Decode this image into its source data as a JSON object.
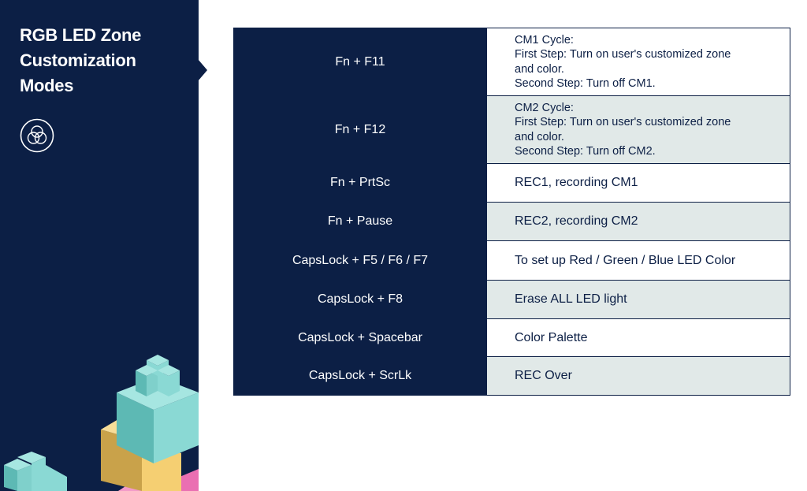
{
  "sidebar": {
    "title_lines": [
      "RGB LED Zone",
      "Customization",
      "Modes"
    ],
    "icon": "rgb-circles-icon",
    "colors": {
      "background": "#0c1f45",
      "cube_teal": "#8ad9d4",
      "cube_yellow": "#f5cf72",
      "cube_pink": "#ea6fb2"
    }
  },
  "table": {
    "colors": {
      "key_bg": "#0c1f45",
      "stripe": "#e1e9e8",
      "text": "#0c1f45"
    },
    "rows": [
      {
        "keys": "Fn + F11",
        "description": [
          "CM1 Cycle:",
          "First Step: Turn on user's customized zone",
          "and color.",
          "Second Step: Turn off CM1."
        ]
      },
      {
        "keys": "Fn + F12",
        "description": [
          "CM2 Cycle:",
          "First Step: Turn on user's customized zone",
          "and color.",
          "Second Step: Turn off CM2."
        ]
      },
      {
        "keys": "Fn + PrtSc",
        "description": [
          "REC1, recording CM1"
        ]
      },
      {
        "keys": "Fn + Pause",
        "description": [
          "REC2, recording CM2"
        ]
      },
      {
        "keys": "CapsLock + F5 / F6 / F7",
        "description": [
          "To set up Red / Green / Blue LED Color"
        ]
      },
      {
        "keys": "CapsLock + F8",
        "description": [
          "Erase ALL LED light"
        ]
      },
      {
        "keys": "CapsLock + Spacebar",
        "description": [
          "Color Palette"
        ]
      },
      {
        "keys": "CapsLock + ScrLk",
        "description": [
          "REC Over"
        ]
      }
    ]
  }
}
